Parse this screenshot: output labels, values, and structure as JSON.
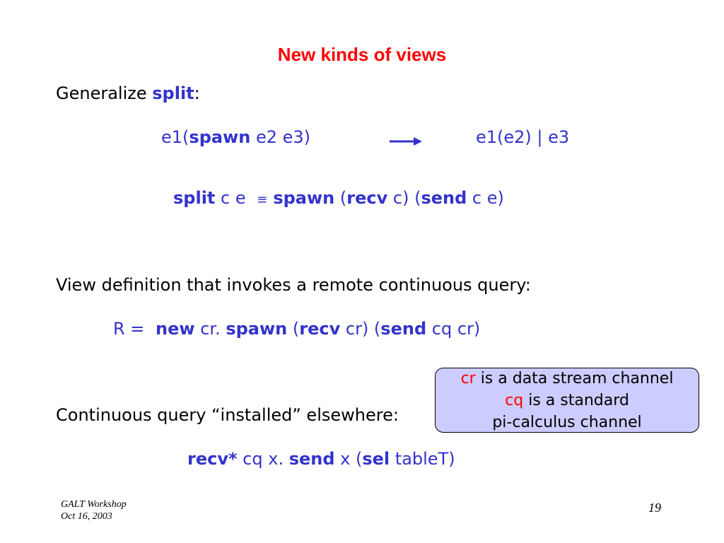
{
  "slide": {
    "title": "New kinds of views",
    "page_number": "19"
  },
  "footer": {
    "line1": "GALT Workshop",
    "line2": "Oct 16, 2003"
  },
  "section1": {
    "label": "Generalize ",
    "keyword": "split",
    "colon": ":",
    "reduction": {
      "lhs_a": "e1(",
      "lhs_kw": "spawn",
      "lhs_b": " e2 e3)",
      "rhs": "e1(e2) |  e3"
    },
    "definition": {
      "kw_split": "split",
      "args": " c e ",
      "equiv": "≡",
      "kw_spawn": "spawn",
      "p1_open": " (",
      "kw_recv": "recv",
      "p1_rest": " c) (",
      "kw_send": "send",
      "p2_rest": " c e)"
    }
  },
  "section2": {
    "label": "View definition that invokes a remote continuous query:",
    "expr": {
      "prefix": "R = ",
      "kw_new": "new",
      "a": " cr. ",
      "kw_spawn": "spawn",
      "b": " (",
      "kw_recv": "recv",
      "c": " cr) (",
      "kw_send": "send",
      "d": " cq cr)"
    }
  },
  "section3": {
    "label": "Continuous query “installed” elsewhere:",
    "expr": {
      "kw_recv": "recv*",
      "a": " cq x. ",
      "kw_send": "send",
      "b": " x (",
      "kw_sel": "sel",
      "c": " tableT)"
    }
  },
  "callout": {
    "line1_red": "cr",
    "line1_rest": " is a data stream channel",
    "line2_red": "cq",
    "line2_rest": " is a standard",
    "line3": "pi-calculus channel"
  },
  "colors": {
    "title": "#ff0000",
    "code": "#3333cc",
    "callout_bg": "#ccccff"
  }
}
